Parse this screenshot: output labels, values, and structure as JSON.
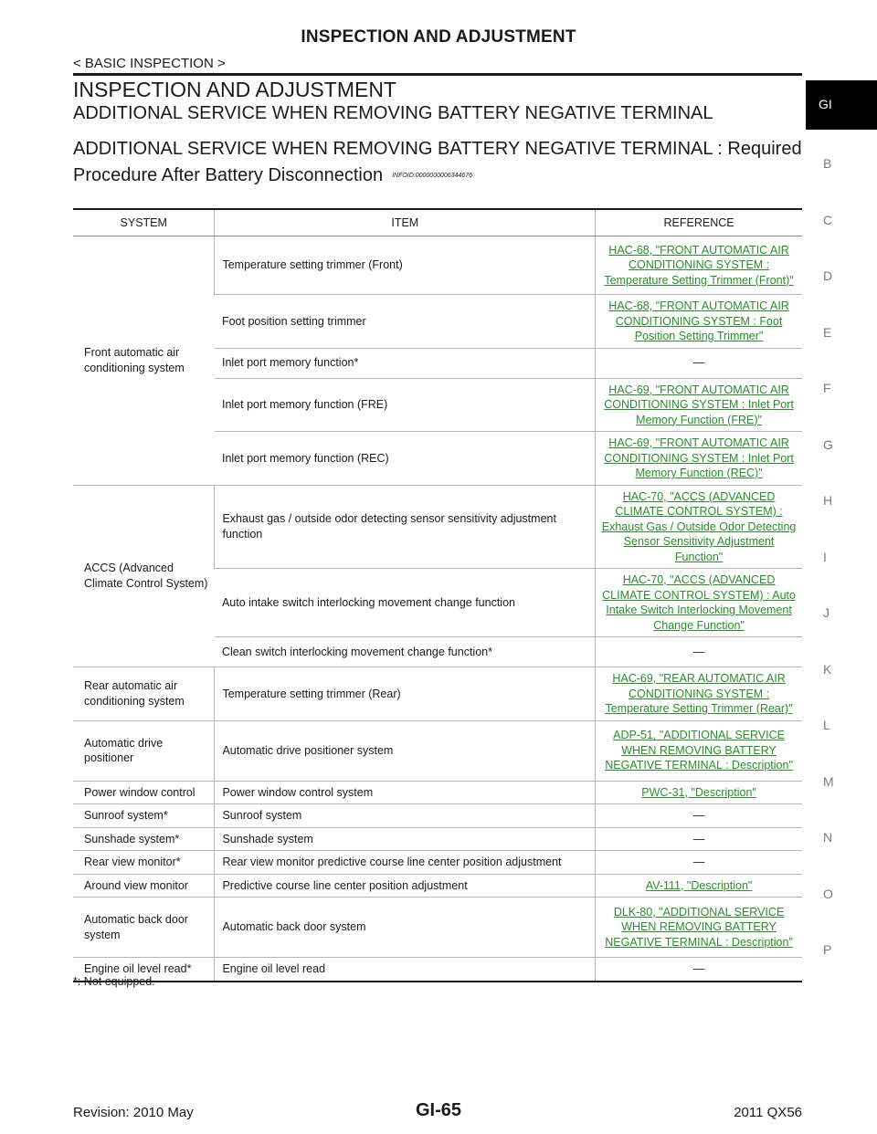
{
  "header": {
    "title": "INSPECTION AND ADJUSTMENT",
    "breadcrumb": "< BASIC INSPECTION >"
  },
  "headings": {
    "h1": "INSPECTION AND ADJUSTMENT",
    "h2": "ADDITIONAL SERVICE WHEN REMOVING BATTERY NEGATIVE TERMINAL",
    "h3": "ADDITIONAL SERVICE WHEN REMOVING BATTERY NEGATIVE TERMINAL : Required Procedure After Battery Disconnection",
    "infoid": "INFOID:0000000006344676"
  },
  "sidebar": {
    "active": "GI",
    "letters": [
      "B",
      "C",
      "D",
      "E",
      "F",
      "G",
      "H",
      "I",
      "J",
      "K",
      "L",
      "M",
      "N",
      "O",
      "P"
    ]
  },
  "table": {
    "headers": [
      "SYSTEM",
      "ITEM",
      "REFERENCE"
    ],
    "groups": [
      {
        "system": "Front automatic air conditioning system",
        "rows": [
          {
            "item": "Temperature setting trimmer (Front)",
            "reference": "HAC-68, \"FRONT AUTOMATIC AIR CONDITIONING SYSTEM : Temperature Setting Trimmer (Front)\"",
            "is_link": true
          },
          {
            "item": "Foot position setting trimmer",
            "reference": "HAC-68, \"FRONT AUTOMATIC AIR CONDITIONING SYSTEM : Foot Position Setting Trimmer\"",
            "is_link": true
          },
          {
            "item": "Inlet port memory function*",
            "reference": "—",
            "is_link": false
          },
          {
            "item": "Inlet port memory function (FRE)",
            "reference": "HAC-69, \"FRONT AUTOMATIC AIR CONDITIONING SYSTEM : Inlet Port Memory Function (FRE)\"",
            "is_link": true
          },
          {
            "item": "Inlet port memory function (REC)",
            "reference": "HAC-69, \"FRONT AUTOMATIC AIR CONDITIONING SYSTEM : Inlet Port Memory Function (REC)\"",
            "is_link": true
          }
        ]
      },
      {
        "system": "ACCS (Advanced Climate Control System)",
        "rows": [
          {
            "item": "Exhaust gas / outside odor detecting sensor sensitivity adjustment function",
            "reference": "HAC-70, \"ACCS (ADVANCED CLIMATE CONTROL SYSTEM) : Exhaust Gas / Outside Odor Detecting Sensor Sensitivity Adjustment Function\"",
            "is_link": true
          },
          {
            "item": "Auto intake switch interlocking movement change function",
            "reference": "HAC-70, \"ACCS (ADVANCED CLIMATE CONTROL SYSTEM) : Auto Intake Switch Interlocking Movement Change Function\"",
            "is_link": true
          },
          {
            "item": "Clean switch interlocking movement change function*",
            "reference": "—",
            "is_link": false
          }
        ]
      },
      {
        "system": "Rear automatic air conditioning system",
        "rows": [
          {
            "item": "Temperature setting trimmer (Rear)",
            "reference": "HAC-69, \"REAR AUTOMATIC AIR CONDITIONING SYSTEM : Temperature Setting Trimmer (Rear)\"",
            "is_link": true
          }
        ]
      },
      {
        "system": "Automatic drive positioner",
        "rows": [
          {
            "item": "Automatic drive positioner system",
            "reference": "ADP-51, \"ADDITIONAL SERVICE WHEN REMOVING BATTERY NEGATIVE TERMINAL : Description\"",
            "is_link": true
          }
        ]
      },
      {
        "system": "Power window control",
        "rows": [
          {
            "item": "Power window control system",
            "reference": "PWC-31, \"Description\"",
            "is_link": true
          }
        ]
      },
      {
        "system": "Sunroof system*",
        "rows": [
          {
            "item": "Sunroof system",
            "reference": "—",
            "is_link": false
          }
        ]
      },
      {
        "system": "Sunshade system*",
        "rows": [
          {
            "item": "Sunshade system",
            "reference": "—",
            "is_link": false
          }
        ]
      },
      {
        "system": "Rear view monitor*",
        "rows": [
          {
            "item": "Rear view monitor predictive course line center position adjustment",
            "reference": "—",
            "is_link": false
          }
        ]
      },
      {
        "system": "Around view monitor",
        "rows": [
          {
            "item": "Predictive course line center position adjustment",
            "reference": "AV-111, \"Description\"",
            "is_link": true
          }
        ]
      },
      {
        "system": "Automatic back door system",
        "rows": [
          {
            "item": "Automatic back door system",
            "reference": "DLK-80, \"ADDITIONAL SERVICE WHEN REMOVING BATTERY NEGATIVE TERMINAL : Description\"",
            "is_link": true
          }
        ]
      },
      {
        "system": "Engine oil level read*",
        "rows": [
          {
            "item": "Engine oil level read",
            "reference": "—",
            "is_link": false
          }
        ]
      }
    ]
  },
  "footnote": "*: Not equipped.",
  "footer": {
    "revision": "Revision: 2010 May",
    "page": "GI-65",
    "model": "2011 QX56"
  },
  "colors": {
    "link": "#2e8b2e",
    "text": "#1a1a1a",
    "sidebar_tab_bg": "#000000",
    "sidebar_letter": "#7a7a7a"
  }
}
